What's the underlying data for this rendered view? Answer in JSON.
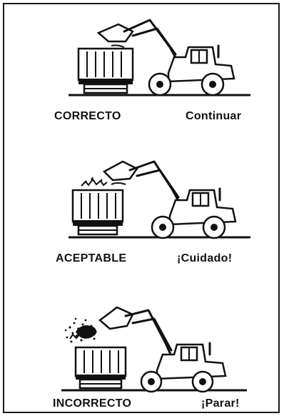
{
  "panels": [
    {
      "status": "CORRECTO",
      "action": "Continuar"
    },
    {
      "status": "ACEPTABLE",
      "action": "¡Cuidado!"
    },
    {
      "status": "INCORRECTO",
      "action": "¡Parar!"
    }
  ],
  "colors": {
    "ink": "#111111",
    "background": "#ffffff"
  }
}
